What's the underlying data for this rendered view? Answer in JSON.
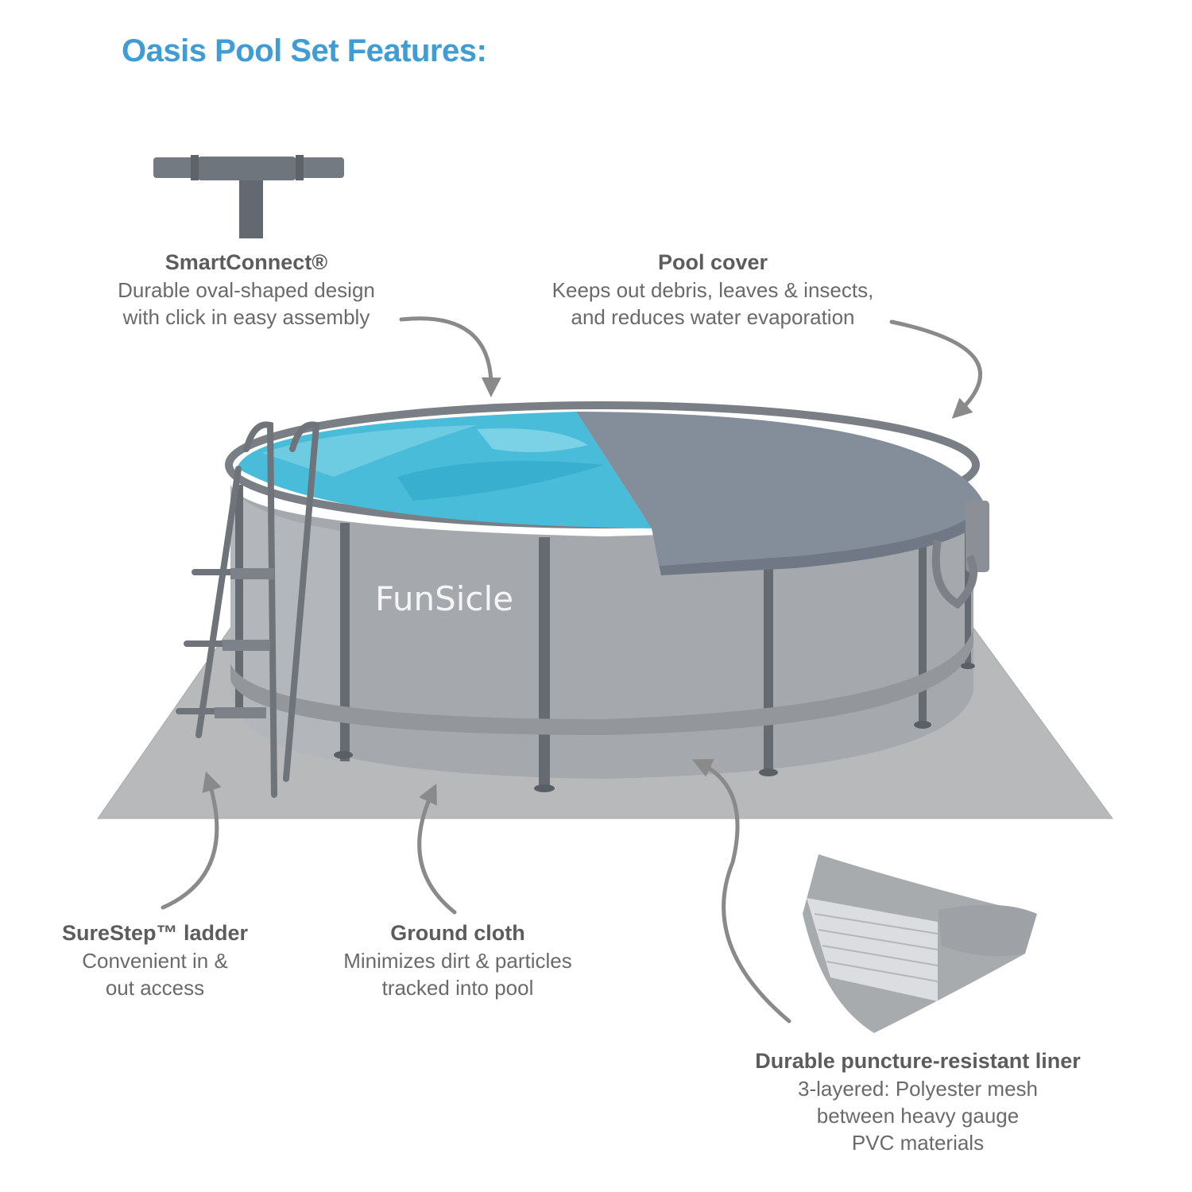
{
  "title": "Oasis Pool Set Features:",
  "colors": {
    "title": "#3f9cd5",
    "text": "#6a6a6a",
    "pool_wall": "#a3a6aa",
    "pool_frame": "#6b7076",
    "water": "#44b9d6",
    "cover": "#828c98",
    "ground_cloth": "#b5b7b9",
    "arrow": "#8a8a8a"
  },
  "brand_logo_text": "FunSicle",
  "features": {
    "smartconnect": {
      "heading": "SmartConnect®",
      "lines": [
        "Durable oval-shaped design",
        "with click in easy assembly"
      ]
    },
    "pool_cover": {
      "heading": "Pool cover",
      "lines": [
        "Keeps out debris, leaves & insects,",
        "and reduces water evaporation"
      ]
    },
    "ladder": {
      "heading": "SureStep™ ladder",
      "lines": [
        "Convenient in &",
        "out access"
      ]
    },
    "ground_cloth": {
      "heading": "Ground cloth",
      "lines": [
        "Minimizes dirt & particles",
        "tracked into pool"
      ]
    },
    "liner": {
      "heading": "Durable puncture-resistant liner",
      "lines": [
        "3-layered: Polyester mesh",
        "between heavy gauge",
        "PVC materials"
      ]
    }
  }
}
